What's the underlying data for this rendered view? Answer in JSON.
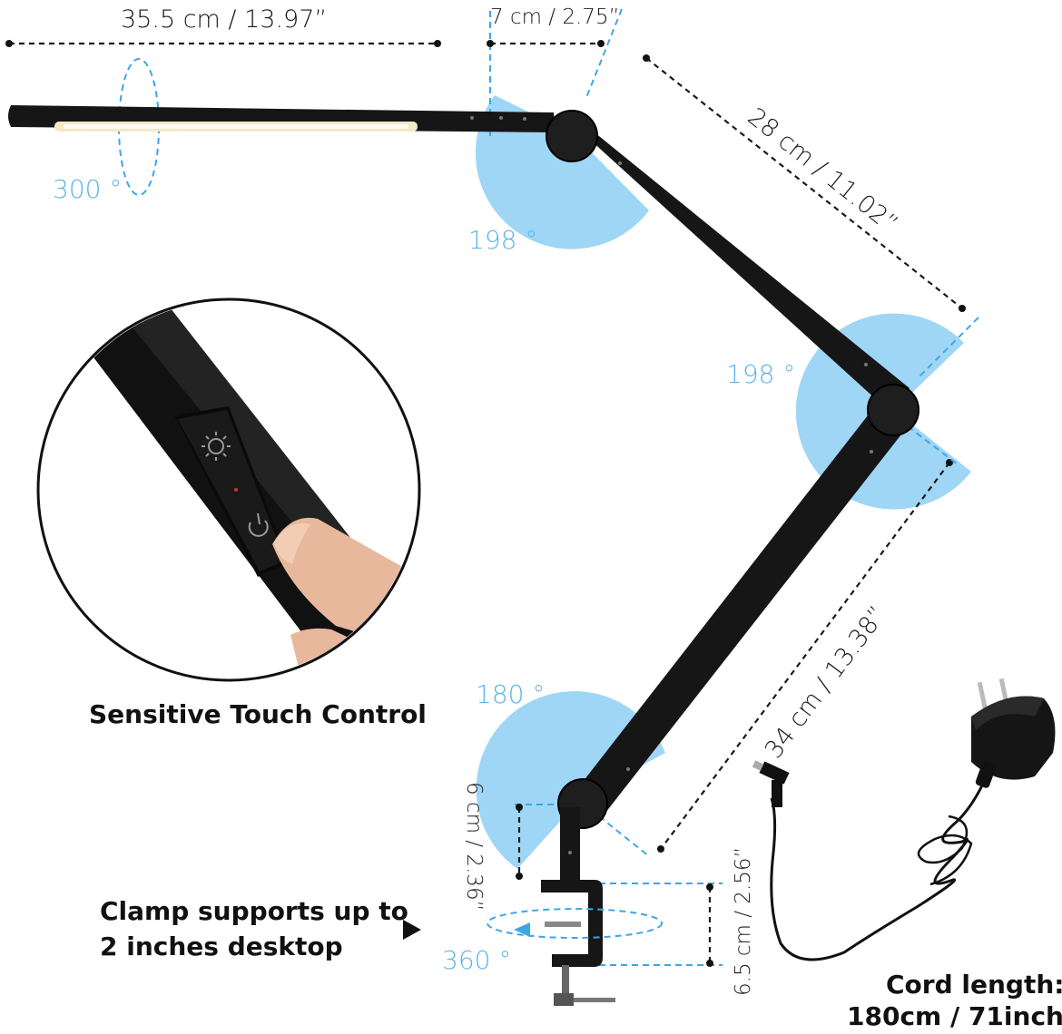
{
  "dimensions": {
    "head_length": "35.5 cm / 13.97”",
    "joint_width": "7 cm / 2.75”",
    "upper_arm": "28 cm / 11.02”",
    "lower_arm": "34 cm / 13.38”",
    "base_height": "6 cm / 2.36”",
    "clamp_height": "6.5 cm / 2.56”"
  },
  "angles": {
    "head_rotation": "300 °",
    "head_joint": "198 °",
    "elbow_joint": "198 °",
    "base_joint": "180 °",
    "base_rotation": "360 °"
  },
  "captions": {
    "touch": "Sensitive Touch Control",
    "clamp_line1": "Clamp supports up to",
    "clamp_line2": "2 inches desktop",
    "cord_line1": "Cord length:",
    "cord_line2": "180cm / 71inch"
  },
  "icons": [
    "brightness-sun-icon",
    "power-icon",
    "play-arrow-icon"
  ],
  "colors": {
    "accent_blue": "#5fb3e8",
    "wedge_blue": "#9fd6f5",
    "lamp_black": "#161616"
  }
}
